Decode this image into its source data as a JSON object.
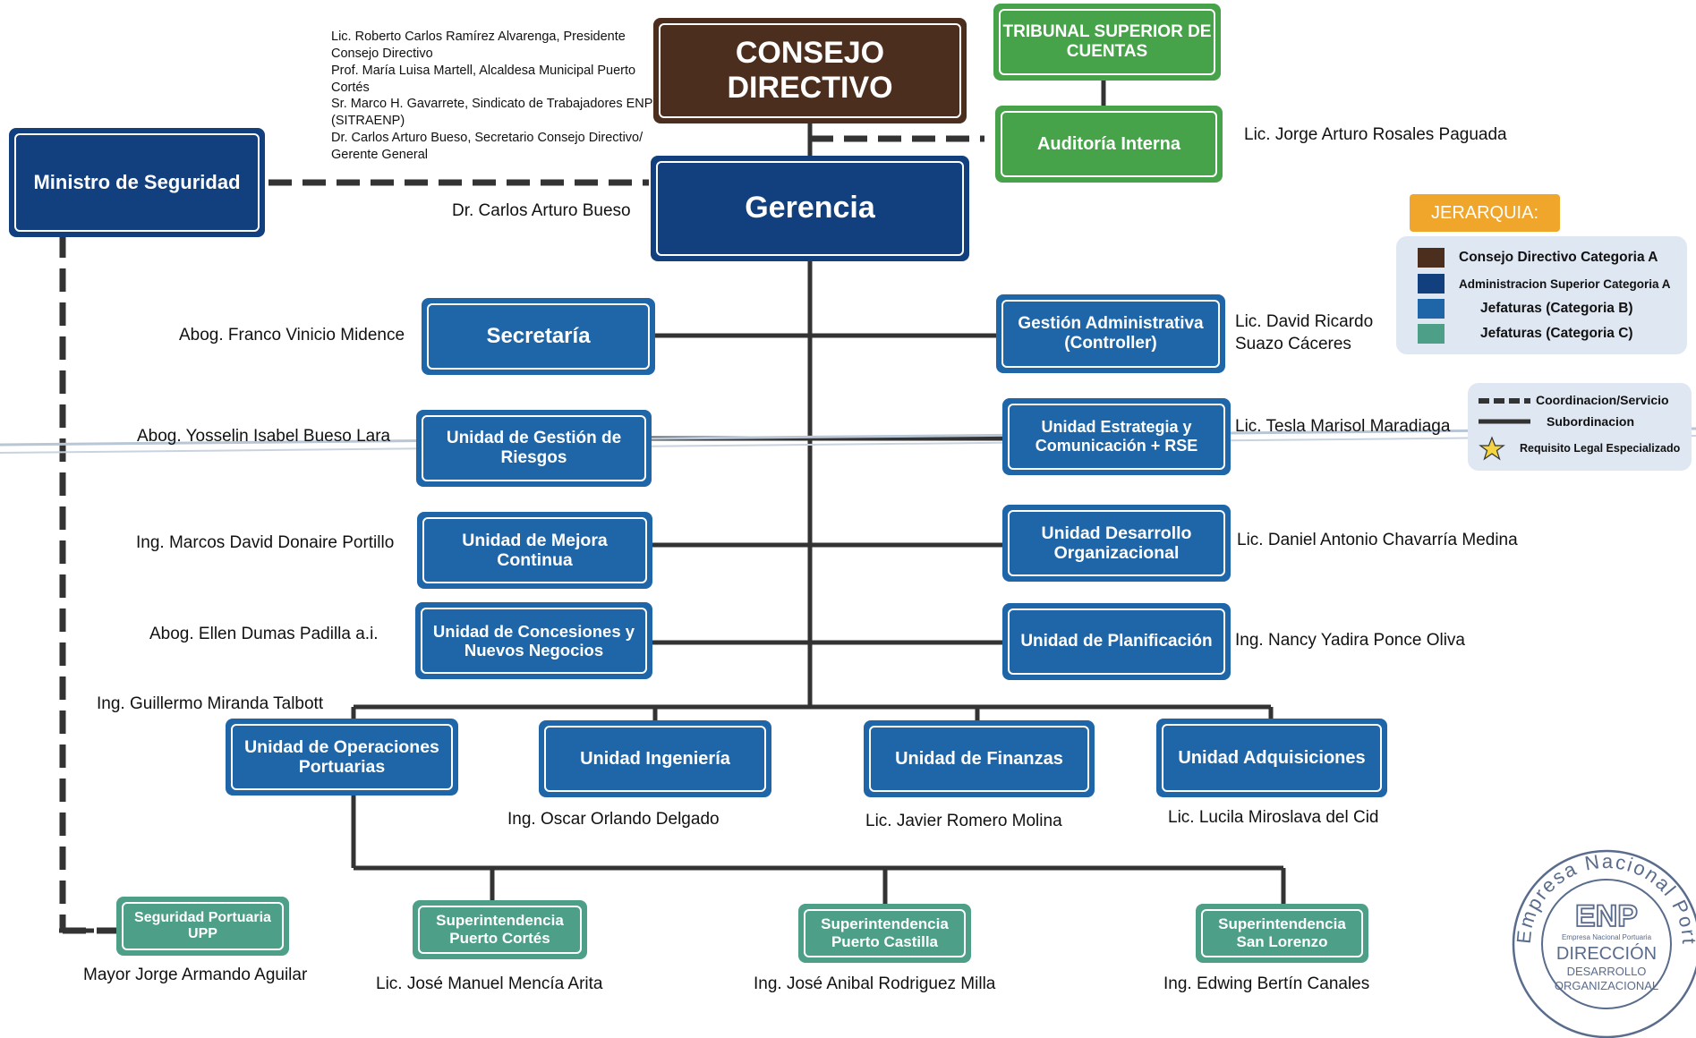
{
  "boxes": {
    "consejo": "CONSEJO DIRECTIVO",
    "tribunal": "TRIBUNAL SUPERIOR DE CUENTAS",
    "auditoria": "Auditoría Interna",
    "ministro": "Ministro de Seguridad",
    "gerencia": "Gerencia",
    "secretaria": "Secretaría",
    "gestion_admin": "Gestión Administrativa (Controller)",
    "riesgos": "Unidad de Gestión de Riesgos",
    "estrategia": "Unidad Estrategia y Comunicación + RSE",
    "mejora": "Unidad de Mejora Continua",
    "desarrollo": "Unidad Desarrollo Organizacional",
    "concesiones": "Unidad de Concesiones y Nuevos Negocios",
    "planificacion": "Unidad de Planificación",
    "operaciones": "Unidad de Operaciones Portuarias",
    "ingenieria": "Unidad Ingeniería",
    "finanzas": "Unidad de Finanzas",
    "adquisiciones": "Unidad Adquisiciones",
    "seguridad": "Seguridad Portuaria UPP",
    "sup_cortes": "Superintendencia Puerto Cortés",
    "sup_castilla": "Superintendencia Puerto Castilla",
    "sup_lorenzo": "Superintendencia San Lorenzo"
  },
  "people": {
    "consejo_members": "Lic. Roberto Carlos Ramírez Alvarenga, Presidente Consejo Directivo\nProf. María Luisa Martell, Alcaldesa Municipal Puerto Cortés\nSr. Marco H. Gavarrete, Sindicato de Trabajadores ENP (SITRAENP)\nDr. Carlos Arturo Bueso, Secretario Consejo Directivo/ Gerente General",
    "auditoria": "Lic. Jorge Arturo Rosales Paguada",
    "gerencia": "Dr. Carlos Arturo Bueso",
    "secretaria": "Abog. Franco Vinicio Midence",
    "gestion_admin": "Lic. David Ricardo\nSuazo Cáceres",
    "riesgos": "Abog. Yosselin Isabel  Bueso Lara",
    "estrategia": "Lic. Tesla Marisol Maradiaga",
    "mejora": "Ing. Marcos David Donaire Portillo",
    "desarrollo": "Lic. Daniel Antonio Chavarría Medina",
    "concesiones": "Abog. Ellen Dumas Padilla a.i.",
    "planificacion": "Ing. Nancy Yadira Ponce Oliva",
    "operaciones": "Ing. Guillermo Miranda Talbott",
    "ingenieria": "Ing. Oscar Orlando Delgado",
    "finanzas": "Lic. Javier Romero Molina",
    "adquisiciones": "Lic. Lucila Miroslava del Cid",
    "seguridad": "Mayor Jorge Armando Aguilar",
    "sup_cortes": "Lic. José Manuel Mencía Arita",
    "sup_castilla": "Ing. José Anibal Rodriguez Milla",
    "sup_lorenzo": "Ing. Edwing Bertín Canales"
  },
  "legend": {
    "title": "JERARQUIA:",
    "items": [
      {
        "label": "Consejo Directivo Categoria A",
        "color": "#4b2e1e"
      },
      {
        "label": "Administracion Superior Categoria A",
        "color": "#123f7d"
      },
      {
        "label": "Jefaturas  (Categoria  B)",
        "color": "#1f66a8"
      },
      {
        "label": "Jefaturas (Categoria C)",
        "color": "#4e9f88"
      }
    ],
    "line_types": {
      "coordinacion": "Coordinacion/Servicio",
      "subordinacion": "Subordinacion",
      "requisito": "Requisito Legal Especializado"
    }
  },
  "seal": {
    "ring_text": "Empresa Nacional Portuaria",
    "logo": "ENP",
    "sub": "Empresa Nacional Portuaria",
    "l1": "DIRECCIÓN",
    "l2": "DESARROLLO",
    "l3": "ORGANIZACIONAL"
  },
  "colors": {
    "consejo": "#4b2e1e",
    "administracion": "#123f7d",
    "jefatura_b": "#1f66a8",
    "jefatura_c": "#4e9f88",
    "externo": "#47a34a",
    "legend_title": "#f0a52b"
  }
}
